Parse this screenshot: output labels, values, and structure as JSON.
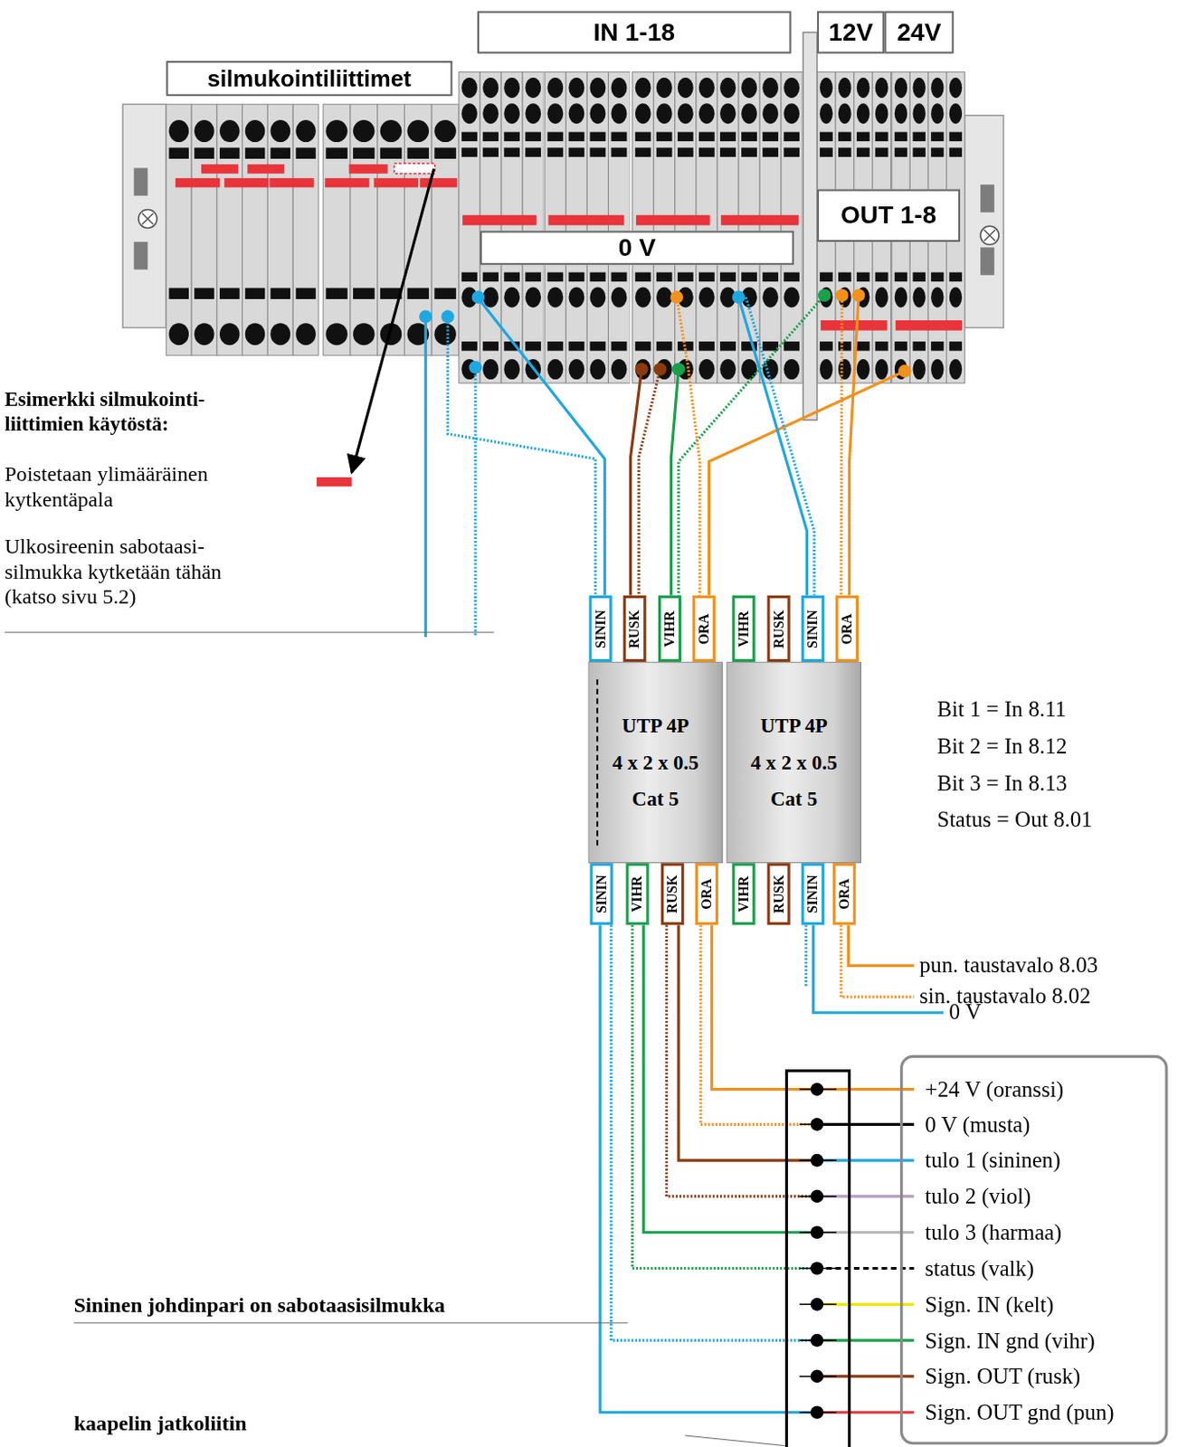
{
  "diagram": {
    "nodes": [
      {
        "text": [
          "silmukointiliittimet"
        ]
      },
      {
        "text": [
          "IN 1-18"
        ]
      },
      {
        "text": [
          "12V"
        ]
      },
      {
        "text": [
          "24V"
        ]
      },
      {
        "text": [
          "0 V"
        ]
      },
      {
        "text": [
          "OUT 1-8"
        ]
      },
      {
        "text": [
          "SININ"
        ]
      },
      {
        "text": [
          "RUSK"
        ]
      },
      {
        "text": [
          "VIHR"
        ]
      },
      {
        "text": [
          "ORA"
        ]
      },
      {
        "text": [
          "VIHR"
        ]
      },
      {
        "text": [
          "RUSK"
        ]
      },
      {
        "text": [
          "SININ"
        ]
      },
      {
        "text": [
          "ORA"
        ]
      },
      {
        "text": [
          "UTP 4P",
          "4 x 2 x 0.5",
          "Cat 5"
        ]
      },
      {
        "text": [
          "UTP 4P",
          "4 x 2 x 0.5",
          "Cat 5"
        ]
      },
      {
        "text": [
          "SININ"
        ]
      },
      {
        "text": [
          "VIHR"
        ]
      },
      {
        "text": [
          "RUSK"
        ]
      },
      {
        "text": [
          "ORA"
        ]
      },
      {
        "text": [
          "VIHR"
        ]
      },
      {
        "text": [
          "RUSK"
        ]
      },
      {
        "text": [
          "SININ"
        ]
      },
      {
        "text": [
          "ORA"
        ]
      },
      {
        "text": [
          "+24 V (oranssi)",
          "0 V (musta)",
          "tulo 1 (sininen)",
          "tulo 2 (viol)",
          "tulo 3 (harmaa)",
          "status (valk)",
          "Sign. IN (kelt)",
          "Sign. IN gnd (vihr)",
          "Sign. OUT (rusk)",
          "Sign. OUT gnd (pun)"
        ]
      }
    ],
    "labels": [
      "Esimerkki silmukointi- liittimien käytöstä:",
      "Poistetaan ylimääräinen kytkentäpala",
      "Ulkosireenin sabotaasi- silmukka kytketään tähän (katso sivu 5.2)",
      "Bit 1 = In 8.11",
      "Bit 2 = In 8.12",
      "Bit 3 = In 8.13",
      "Status = Out 8.01",
      "pun. taustavalo 8.03",
      "sin. taustavalo 8.02",
      "0 V",
      "Sininen johdinpari on sabotaasisilmukka",
      "kaapelin jatkoliitin"
    ]
  }
}
